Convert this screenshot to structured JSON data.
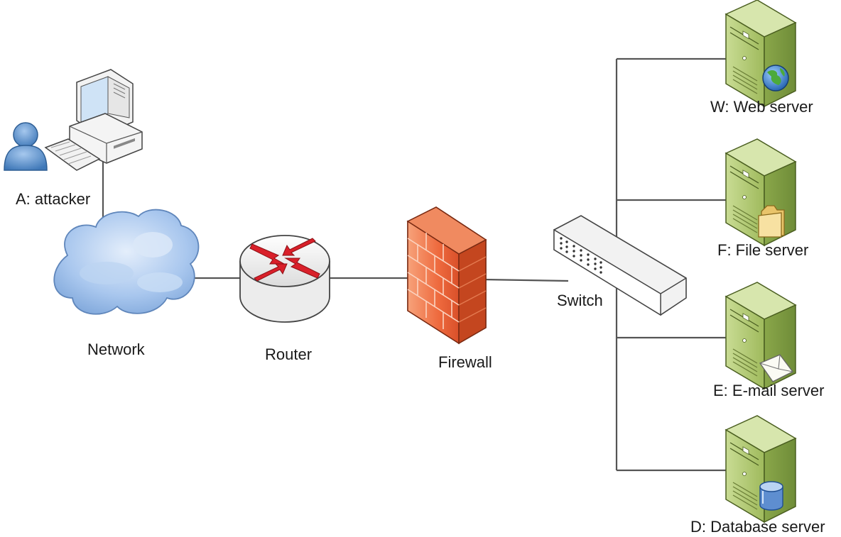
{
  "nodes": {
    "attacker": {
      "label": "A: attacker",
      "icon": "user-computer-icon"
    },
    "network": {
      "label": "Network",
      "icon": "cloud-icon"
    },
    "router": {
      "label": "Router",
      "icon": "router-icon"
    },
    "firewall": {
      "label": "Firewall",
      "icon": "firewall-icon"
    },
    "switch": {
      "label": "Switch",
      "icon": "switch-icon"
    },
    "web": {
      "label": "W: Web server",
      "icon": "web-server-icon"
    },
    "file": {
      "label": "F: File server",
      "icon": "file-server-icon"
    },
    "email": {
      "label": "E: E-mail server",
      "icon": "email-server-icon"
    },
    "database": {
      "label": "D: Database server",
      "icon": "database-server-icon"
    }
  },
  "colors": {
    "wire": "#555555",
    "firewall": "#e8603c",
    "router_arrows": "#d9202a",
    "server": "#a9c46c",
    "user": "#5a8fc8",
    "cloud": "#8fb6e6"
  }
}
